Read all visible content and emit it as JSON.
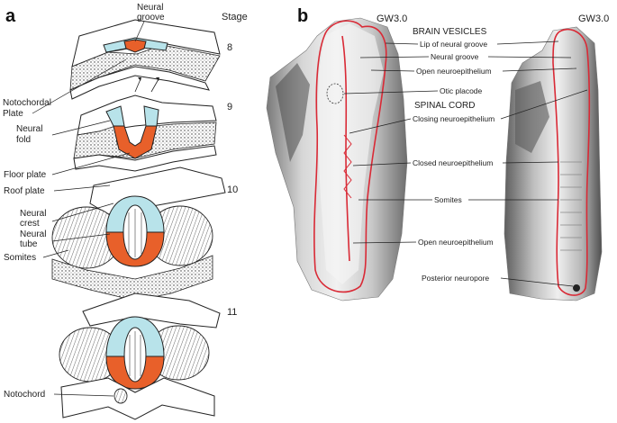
{
  "panel_a": {
    "letter": "a",
    "stage_header": "Stage",
    "stages": [
      "8",
      "9",
      "10",
      "11"
    ],
    "labels": {
      "neural_groove_1": "Neural",
      "neural_groove_2": "groove",
      "notochordal_1": "Notochordal",
      "notochordal_2": "Plate",
      "neural_fold_1": "Neural",
      "neural_fold_2": "fold",
      "floor_plate": "Floor plate",
      "roof_plate": "Roof plate",
      "neural_crest_1": "Neural",
      "neural_crest_2": "crest",
      "neural_tube_1": "Neural",
      "neural_tube_2": "tube",
      "somites": "Somites",
      "notochord": "Notochord"
    },
    "colors": {
      "roof_plate": "#b8e3ea",
      "floor_plate": "#e8602a"
    }
  },
  "panel_b": {
    "letter": "b",
    "age_left": "GW3.0",
    "age_right": "GW3.0",
    "labels": {
      "brain_vesicles": "BRAIN VESICLES",
      "lip_of_neural_groove": "Lip of neural groove",
      "neural_groove": "Neural groove",
      "open_neuroepithelium_top": "Open neuroepithelium",
      "otic_placode": "Otic placode",
      "spinal_cord": "SPINAL CORD",
      "closing_neuroepithelium": "Closing neuroepithelium",
      "closed_neuroepithelium": "Closed neuroepithelium",
      "somites": "Somites",
      "open_neuroepithelium_bottom": "Open neuroepithelium",
      "posterior_neuropore": "Posterior neuropore"
    },
    "colors": {
      "outline": "#d92a36"
    }
  }
}
